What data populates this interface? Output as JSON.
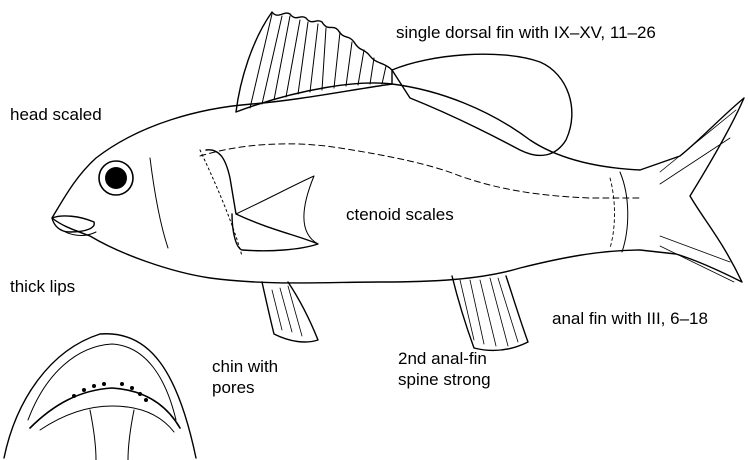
{
  "labels": {
    "dorsal_fin": "single dorsal fin with IX–XV, 11–26",
    "head": "head scaled",
    "scales": "ctenoid scales",
    "lips": "thick lips",
    "anal_fin": "anal fin with III, 6–18",
    "anal_spine_line1": "2nd anal-fin",
    "anal_spine_line2": "spine strong",
    "chin_line1": "chin with",
    "chin_line2": "pores"
  },
  "colors": {
    "ink": "#000000",
    "paper": "#ffffff"
  }
}
